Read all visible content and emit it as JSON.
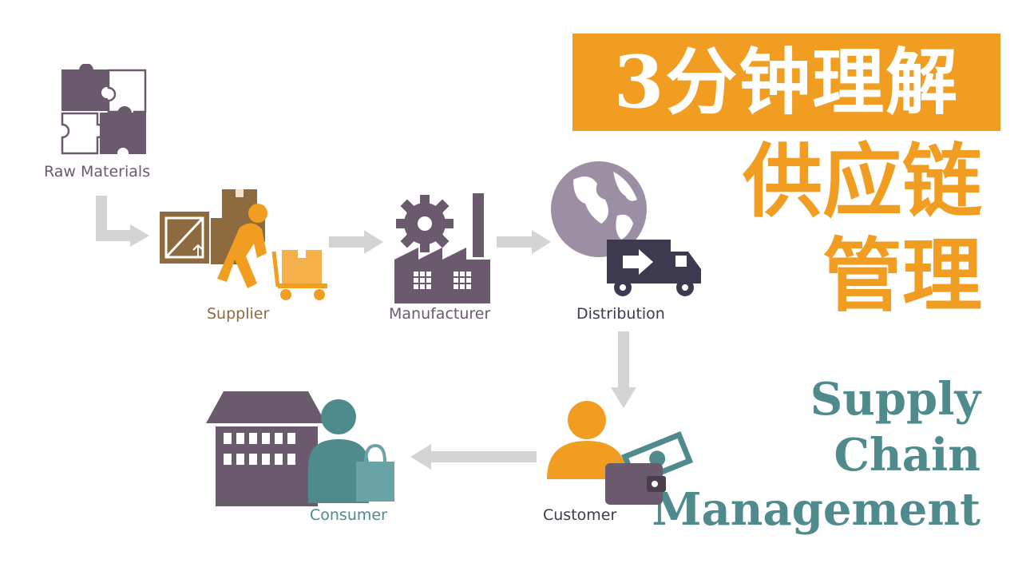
{
  "title": {
    "line1": "3分钟理解",
    "line2": "供应链",
    "line3": "管理"
  },
  "subtitle_en": {
    "line1": "Supply",
    "line2": "Chain",
    "line3": "Management"
  },
  "nodes": {
    "raw_materials": "Raw Materials",
    "supplier": "Supplier",
    "manufacturer": "Manufacturer",
    "distribution": "Distribution",
    "customer": "Customer",
    "consumer": "Consumer"
  },
  "colors": {
    "orange": "#f19d22",
    "purple": "#6b5a6e",
    "brown": "#8e6b3e",
    "teal": "#4f8a8c",
    "arrow_gray": "#d4d4d4",
    "globe": "#9d8fa3",
    "truck": "#3d3a4f"
  }
}
